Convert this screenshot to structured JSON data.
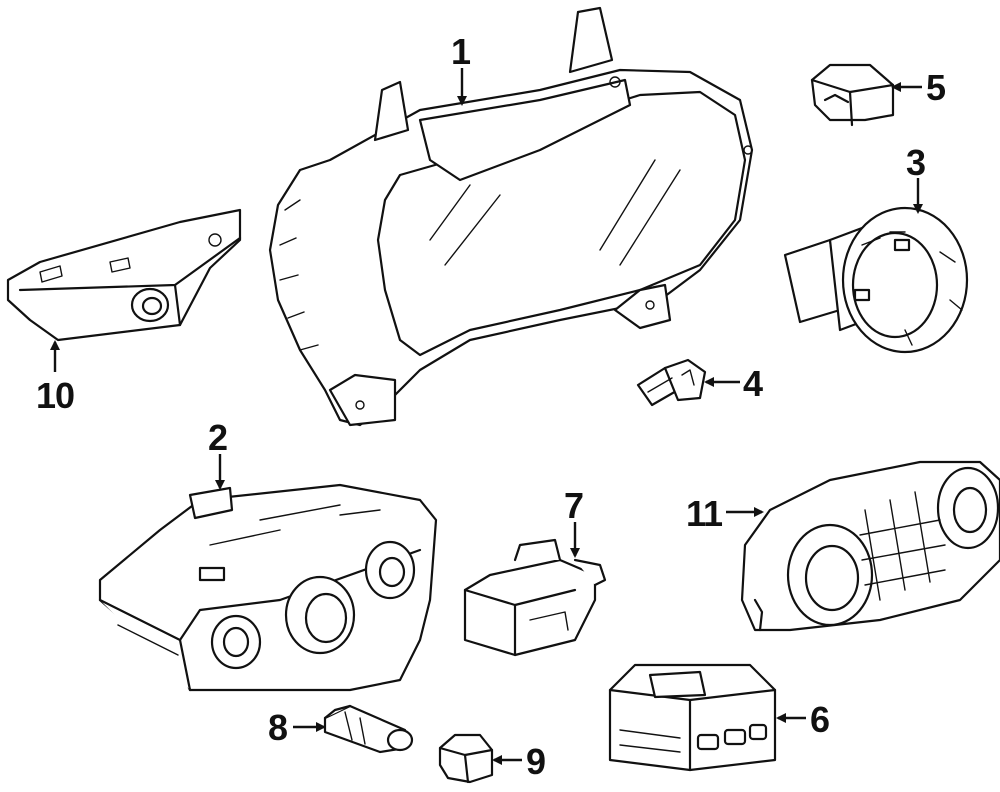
{
  "callouts": [
    {
      "id": "1",
      "text": "1"
    },
    {
      "id": "2",
      "text": "2"
    },
    {
      "id": "3",
      "text": "3"
    },
    {
      "id": "4",
      "text": "4"
    },
    {
      "id": "5",
      "text": "5"
    },
    {
      "id": "6",
      "text": "6"
    },
    {
      "id": "7",
      "text": "7"
    },
    {
      "id": "8",
      "text": "8"
    },
    {
      "id": "9",
      "text": "9"
    },
    {
      "id": "10",
      "text": "10"
    },
    {
      "id": "11",
      "text": "11"
    }
  ],
  "colors": {
    "line": "#111111",
    "background": "#ffffff"
  },
  "parts": [
    {
      "callout": "1",
      "icon": "instrument-cluster-icon"
    },
    {
      "callout": "2",
      "icon": "climate-control-panel-icon"
    },
    {
      "callout": "3",
      "icon": "rotary-switch-icon"
    },
    {
      "callout": "4",
      "icon": "bulb-socket-icon"
    },
    {
      "callout": "5",
      "icon": "small-switch-icon"
    },
    {
      "callout": "6",
      "icon": "switch-module-icon"
    },
    {
      "callout": "7",
      "icon": "bracket-switch-icon"
    },
    {
      "callout": "8",
      "icon": "cylinder-bulb-icon"
    },
    {
      "callout": "9",
      "icon": "cap-icon"
    },
    {
      "callout": "10",
      "icon": "control-module-icon"
    },
    {
      "callout": "11",
      "icon": "heater-control-icon"
    }
  ]
}
